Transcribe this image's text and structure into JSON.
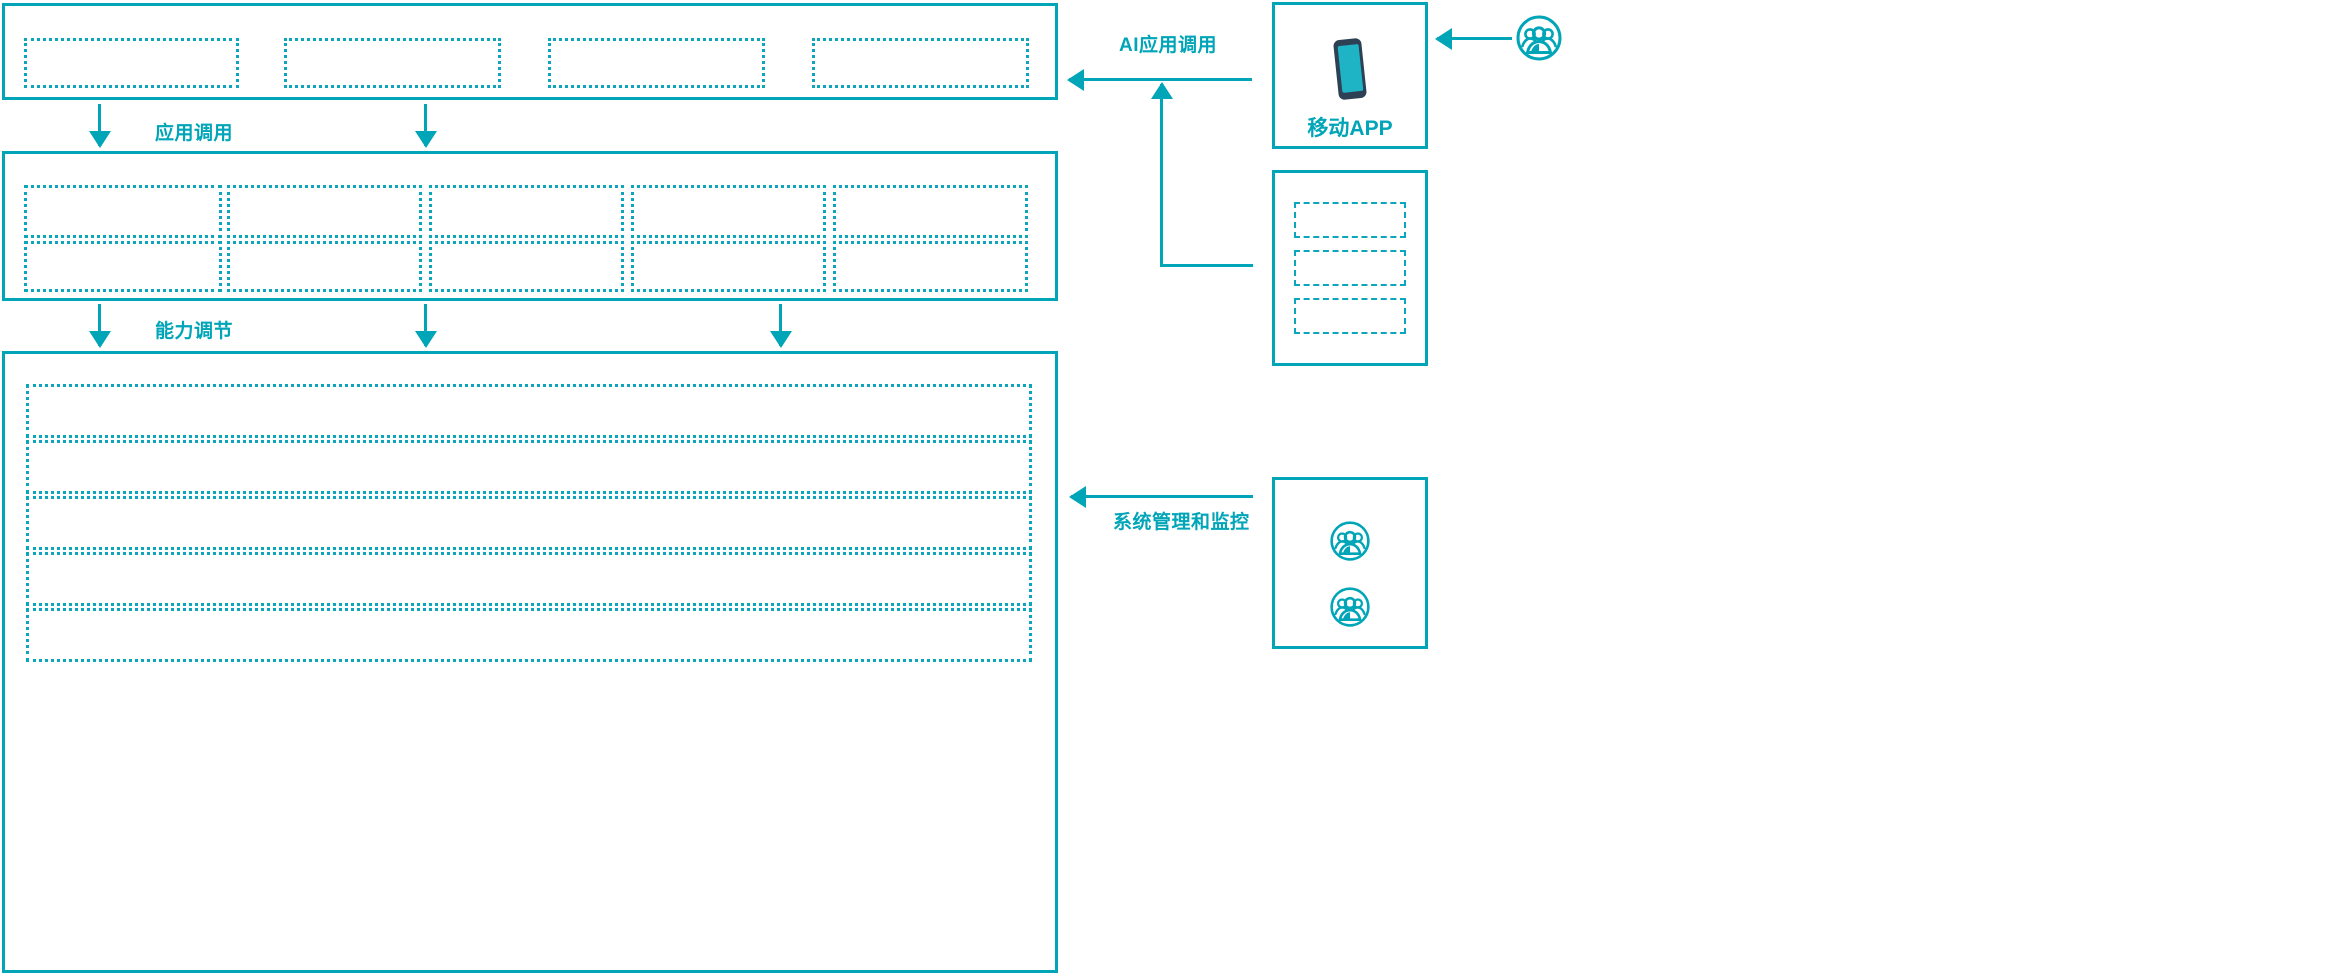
{
  "diagram": {
    "accent_color": "#00A5B8",
    "dash_color": "#0BA6BC",
    "phone_body_color": "#2E4154",
    "phone_screen_color": "#1FB3C6",
    "background": "#FFFFFF"
  },
  "flows": {
    "app_invoke": "应用调用",
    "capability_adjust": "能力调节",
    "ai_app_invoke": "AI应用调用",
    "system_mgmt_monitor": "系统管理和监控"
  },
  "layers": {
    "application_layer": {
      "name": "application-layer",
      "blocks": [
        "",
        "",
        "",
        ""
      ]
    },
    "capability_layer": {
      "name": "capability-layer",
      "columns": 5,
      "rows": 2,
      "blocks": [
        "",
        "",
        "",
        "",
        "",
        "",
        "",
        "",
        "",
        ""
      ]
    },
    "platform_layer": {
      "name": "platform-layer",
      "rows": [
        "",
        "",
        "",
        "",
        ""
      ]
    }
  },
  "side_panels": {
    "mobile_app": {
      "caption": "移动APP",
      "icon": "smartphone-icon"
    },
    "channel_panel": {
      "caption": "",
      "blocks": [
        "",
        "",
        ""
      ]
    },
    "ops_panel": {
      "caption": "",
      "icons": [
        "user-group-icon",
        "user-group-icon"
      ]
    },
    "external_user": {
      "icon": "user-group-icon"
    }
  }
}
